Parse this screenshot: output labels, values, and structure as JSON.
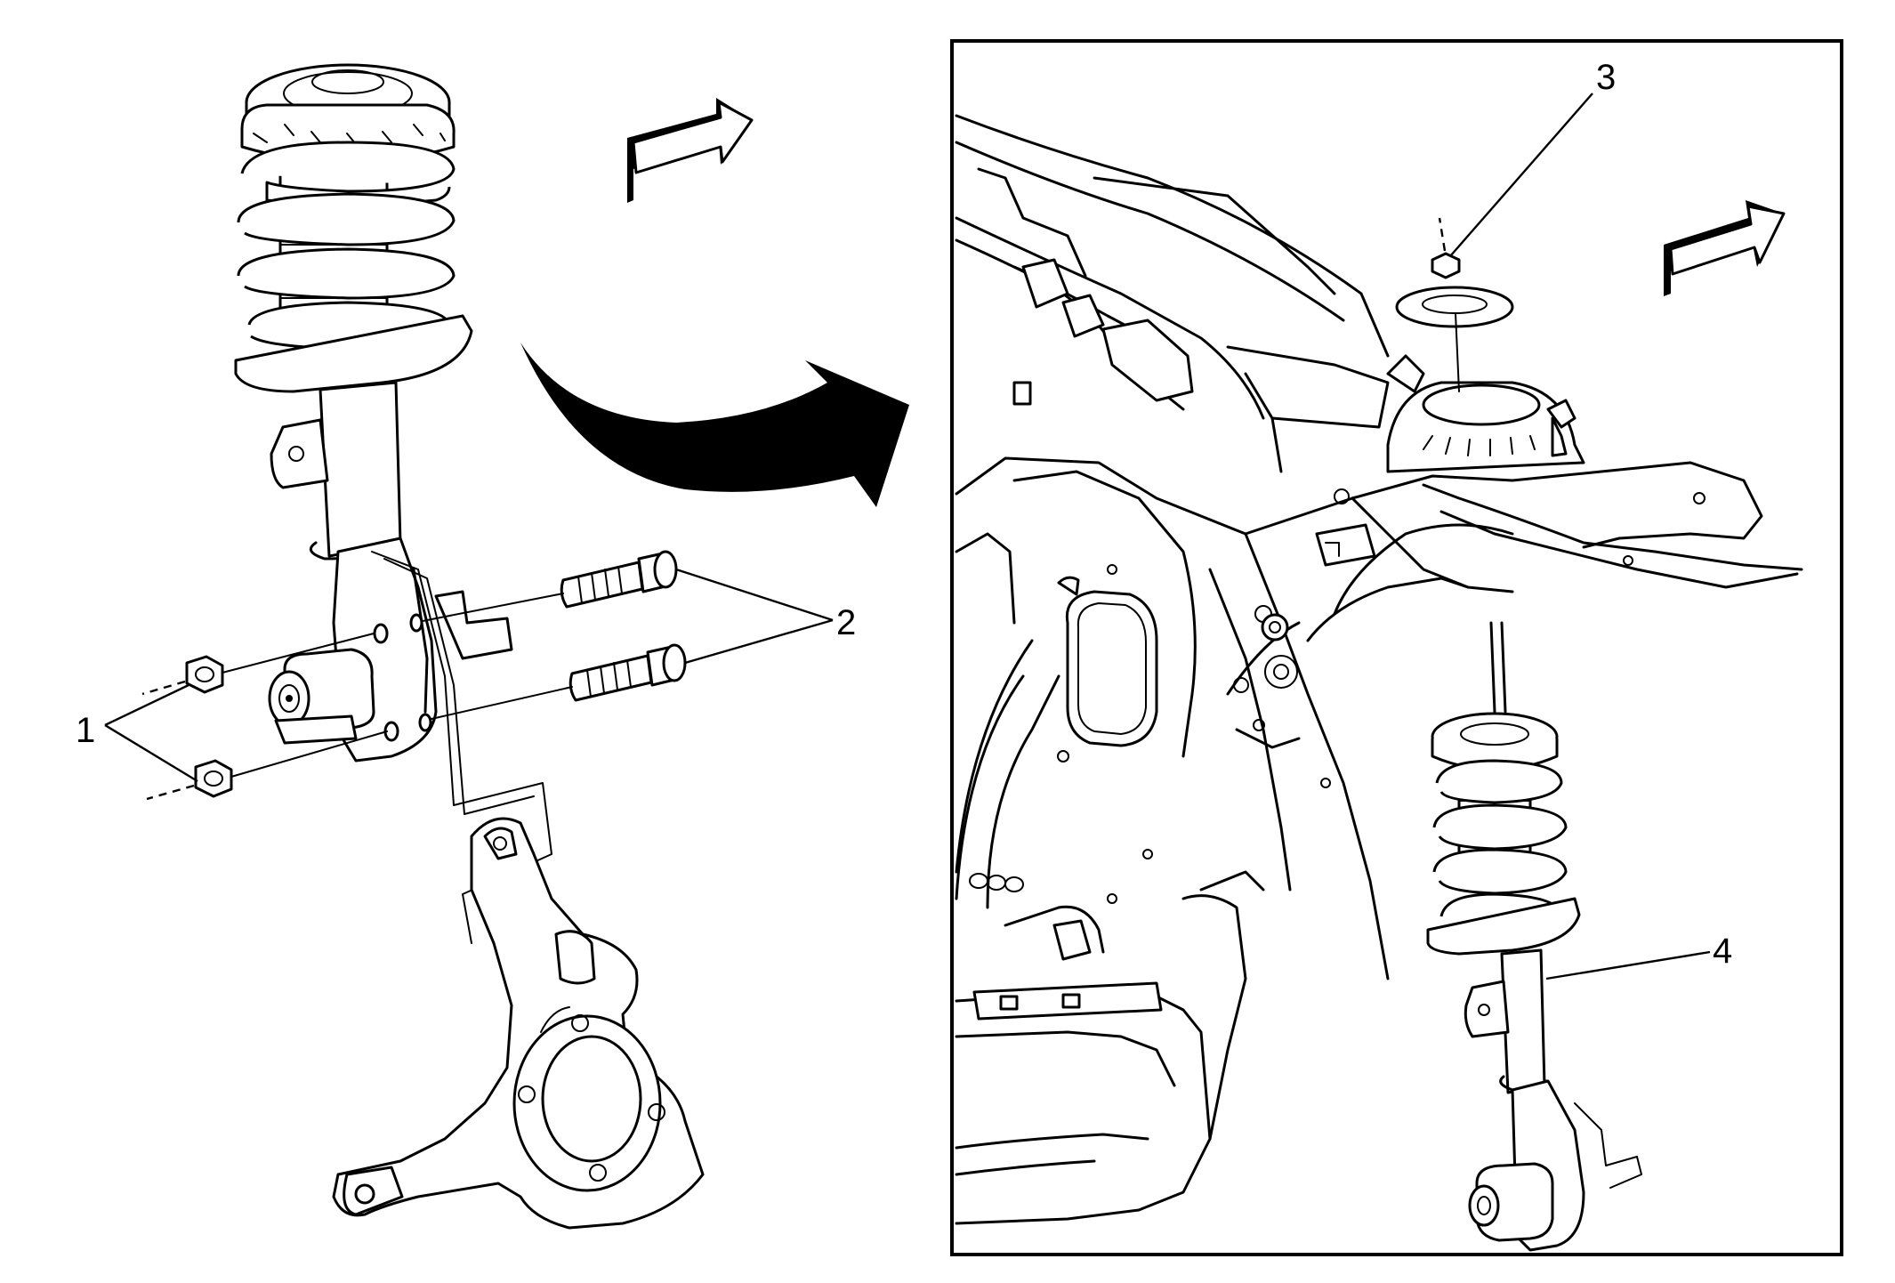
{
  "callouts": [
    {
      "id": "1",
      "label": "1"
    },
    {
      "id": "2",
      "label": "2"
    },
    {
      "id": "3",
      "label": "3"
    },
    {
      "id": "4",
      "label": "4"
    }
  ],
  "icons": [
    "direction-arrow-icon",
    "transfer-arrow-icon"
  ],
  "colors": {
    "line": "#000000",
    "background": "#ffffff"
  }
}
